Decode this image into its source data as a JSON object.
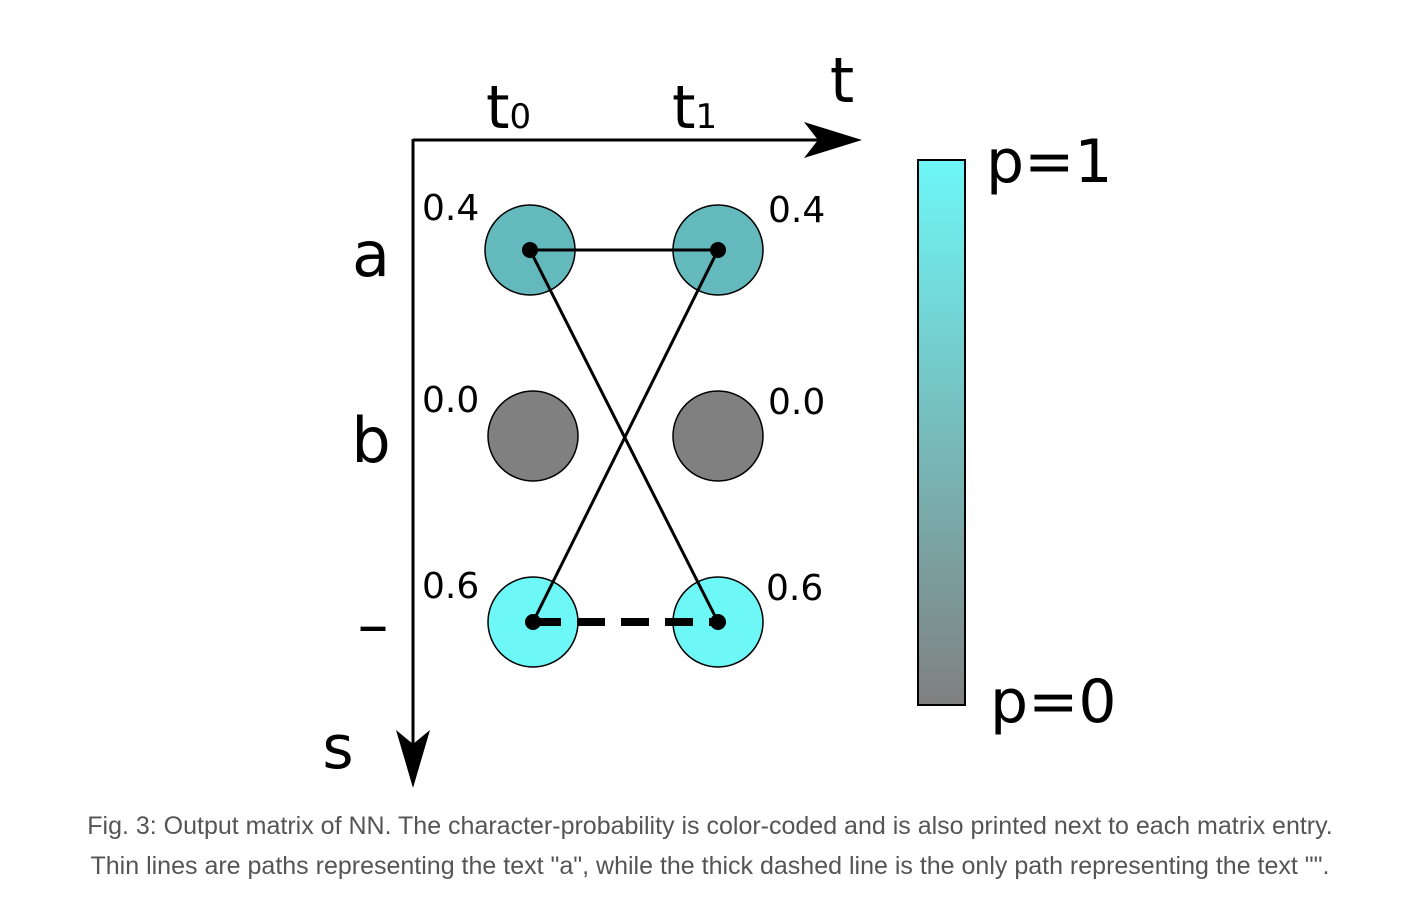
{
  "diagram": {
    "axes": {
      "time_axis_label": "t",
      "symbol_axis_label": "s",
      "time_steps": [
        {
          "base": "t",
          "sub": "0"
        },
        {
          "base": "t",
          "sub": "1"
        }
      ],
      "symbols": [
        "a",
        "b",
        "–"
      ]
    },
    "matrix": [
      {
        "symbol": "a",
        "probs": [
          "0.4",
          "0.4"
        ]
      },
      {
        "symbol": "b",
        "probs": [
          "0.0",
          "0.0"
        ]
      },
      {
        "symbol": "–",
        "probs": [
          "0.6",
          "0.6"
        ]
      }
    ],
    "colorbar": {
      "top_label": "p=1",
      "bottom_label": "p=0",
      "color_p1": "#6ef7f7",
      "color_p0": "#808080"
    },
    "node_colors": {
      "a": "#63b9bb",
      "b": "#808080",
      "blank": "#6ef7f7"
    }
  },
  "caption": {
    "line1": "Fig. 3: Output matrix of NN. The character-probability is color-coded and is also printed next to each matrix entry.",
    "line2": "Thin lines are paths representing the text \"a\", while the thick dashed line is the only path representing the text \"\"."
  }
}
